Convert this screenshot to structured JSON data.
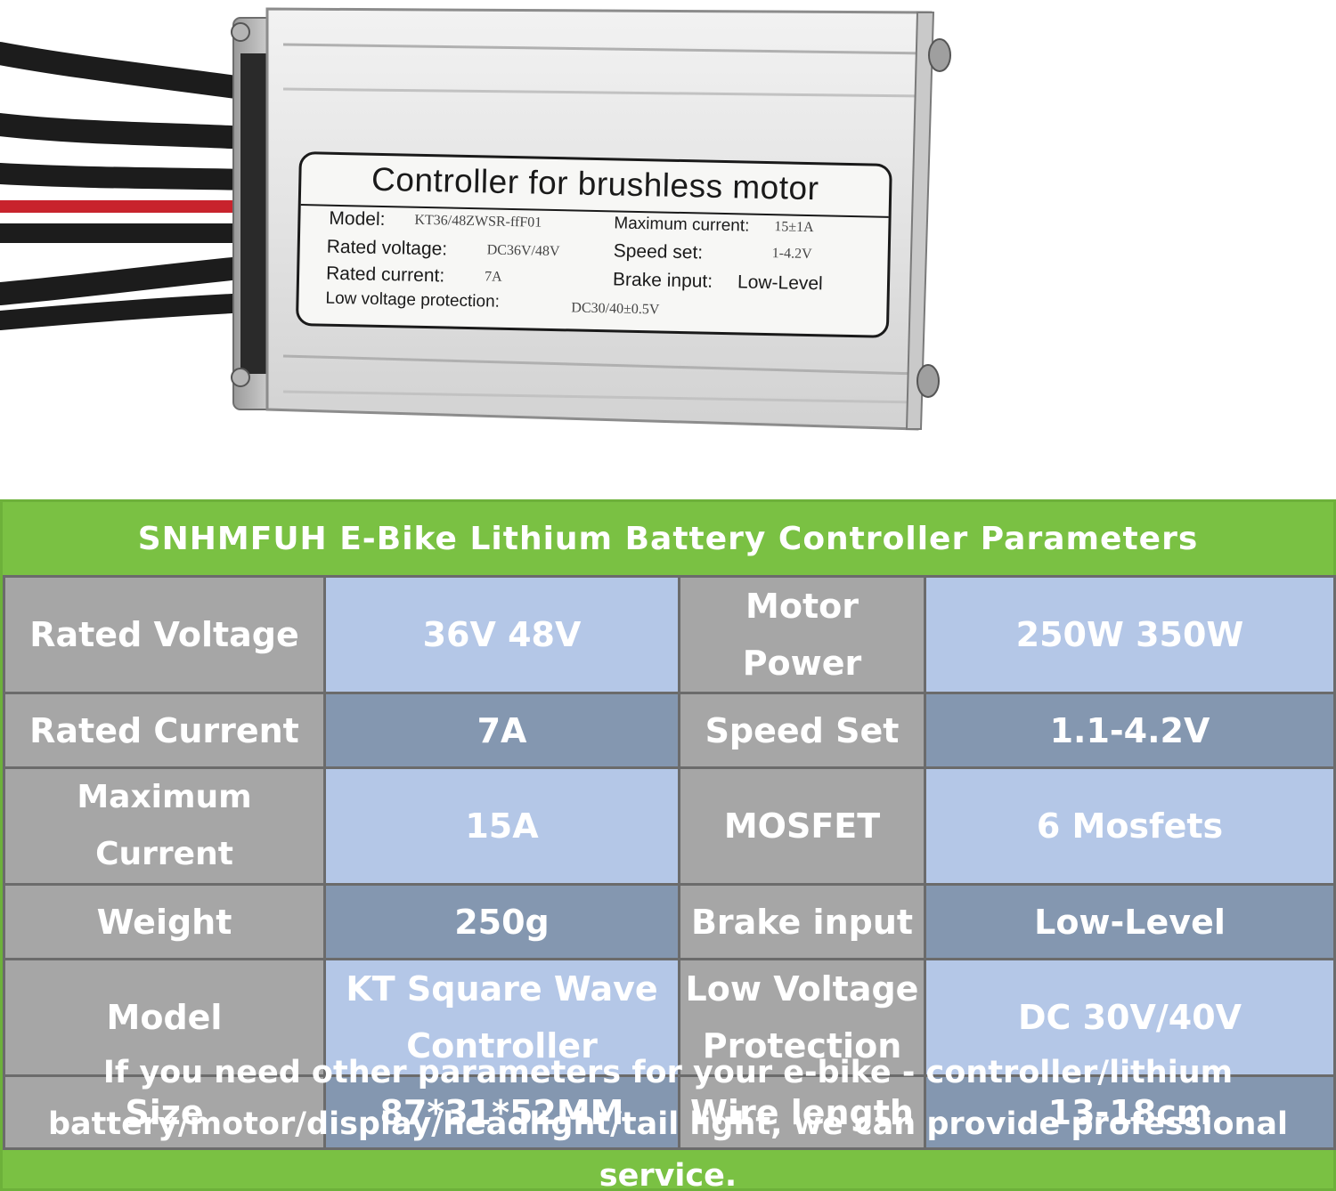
{
  "label": {
    "title": "Controller for brushless motor",
    "model_label": "Model:",
    "model_value": "KT36/48ZWSR-ffF01",
    "rated_voltage_label": "Rated voltage:",
    "rated_voltage_value": "DC36V/48V",
    "rated_current_label": "Rated current:",
    "rated_current_value": "7A",
    "low_voltage_label": "Low voltage protection:",
    "low_voltage_value": "DC30/40±0.5V",
    "max_current_label": "Maximum current:",
    "max_current_value": "15±1A",
    "speed_set_label": "Speed set:",
    "speed_set_value": "1-4.2V",
    "brake_input_label": "Brake input:",
    "brake_input_value": "Low-Level"
  },
  "table": {
    "title": "SNHMFUH E-Bike Lithium Battery Controller Parameters",
    "rows": [
      {
        "l1": "Rated Voltage",
        "v1": "36V 48V",
        "l2": "Motor Power",
        "v2": "250W 350W"
      },
      {
        "l1": "Rated Current",
        "v1": "7A",
        "l2": "Speed Set",
        "v2": "1.1-4.2V"
      },
      {
        "l1": "Maximum Current",
        "v1": "15A",
        "l2": "MOSFET",
        "v2": "6 Mosfets"
      },
      {
        "l1": "Weight",
        "v1": "250g",
        "l2": "Brake input",
        "v2": "Low-Level"
      },
      {
        "l1": "Model",
        "v1a": "KT Square Wave",
        "v1b": "Controller",
        "l2a": "Low Voltage",
        "l2b": "Protection",
        "v2": "DC 30V/40V"
      },
      {
        "l1": "Size",
        "v1": "87*31*52MM",
        "l2": "Wire length",
        "v2": "13-18cm"
      }
    ]
  },
  "footer": {
    "line1": "If you need other parameters for your e-bike - controller/lithium",
    "line2": "battery/motor/display/headlight/tail light, we can provide professional service."
  },
  "colors": {
    "green": "#7ac143",
    "label_gray": "#a6a6a6",
    "light_blue": "#b4c7e7",
    "steel_blue": "#8497b0"
  }
}
